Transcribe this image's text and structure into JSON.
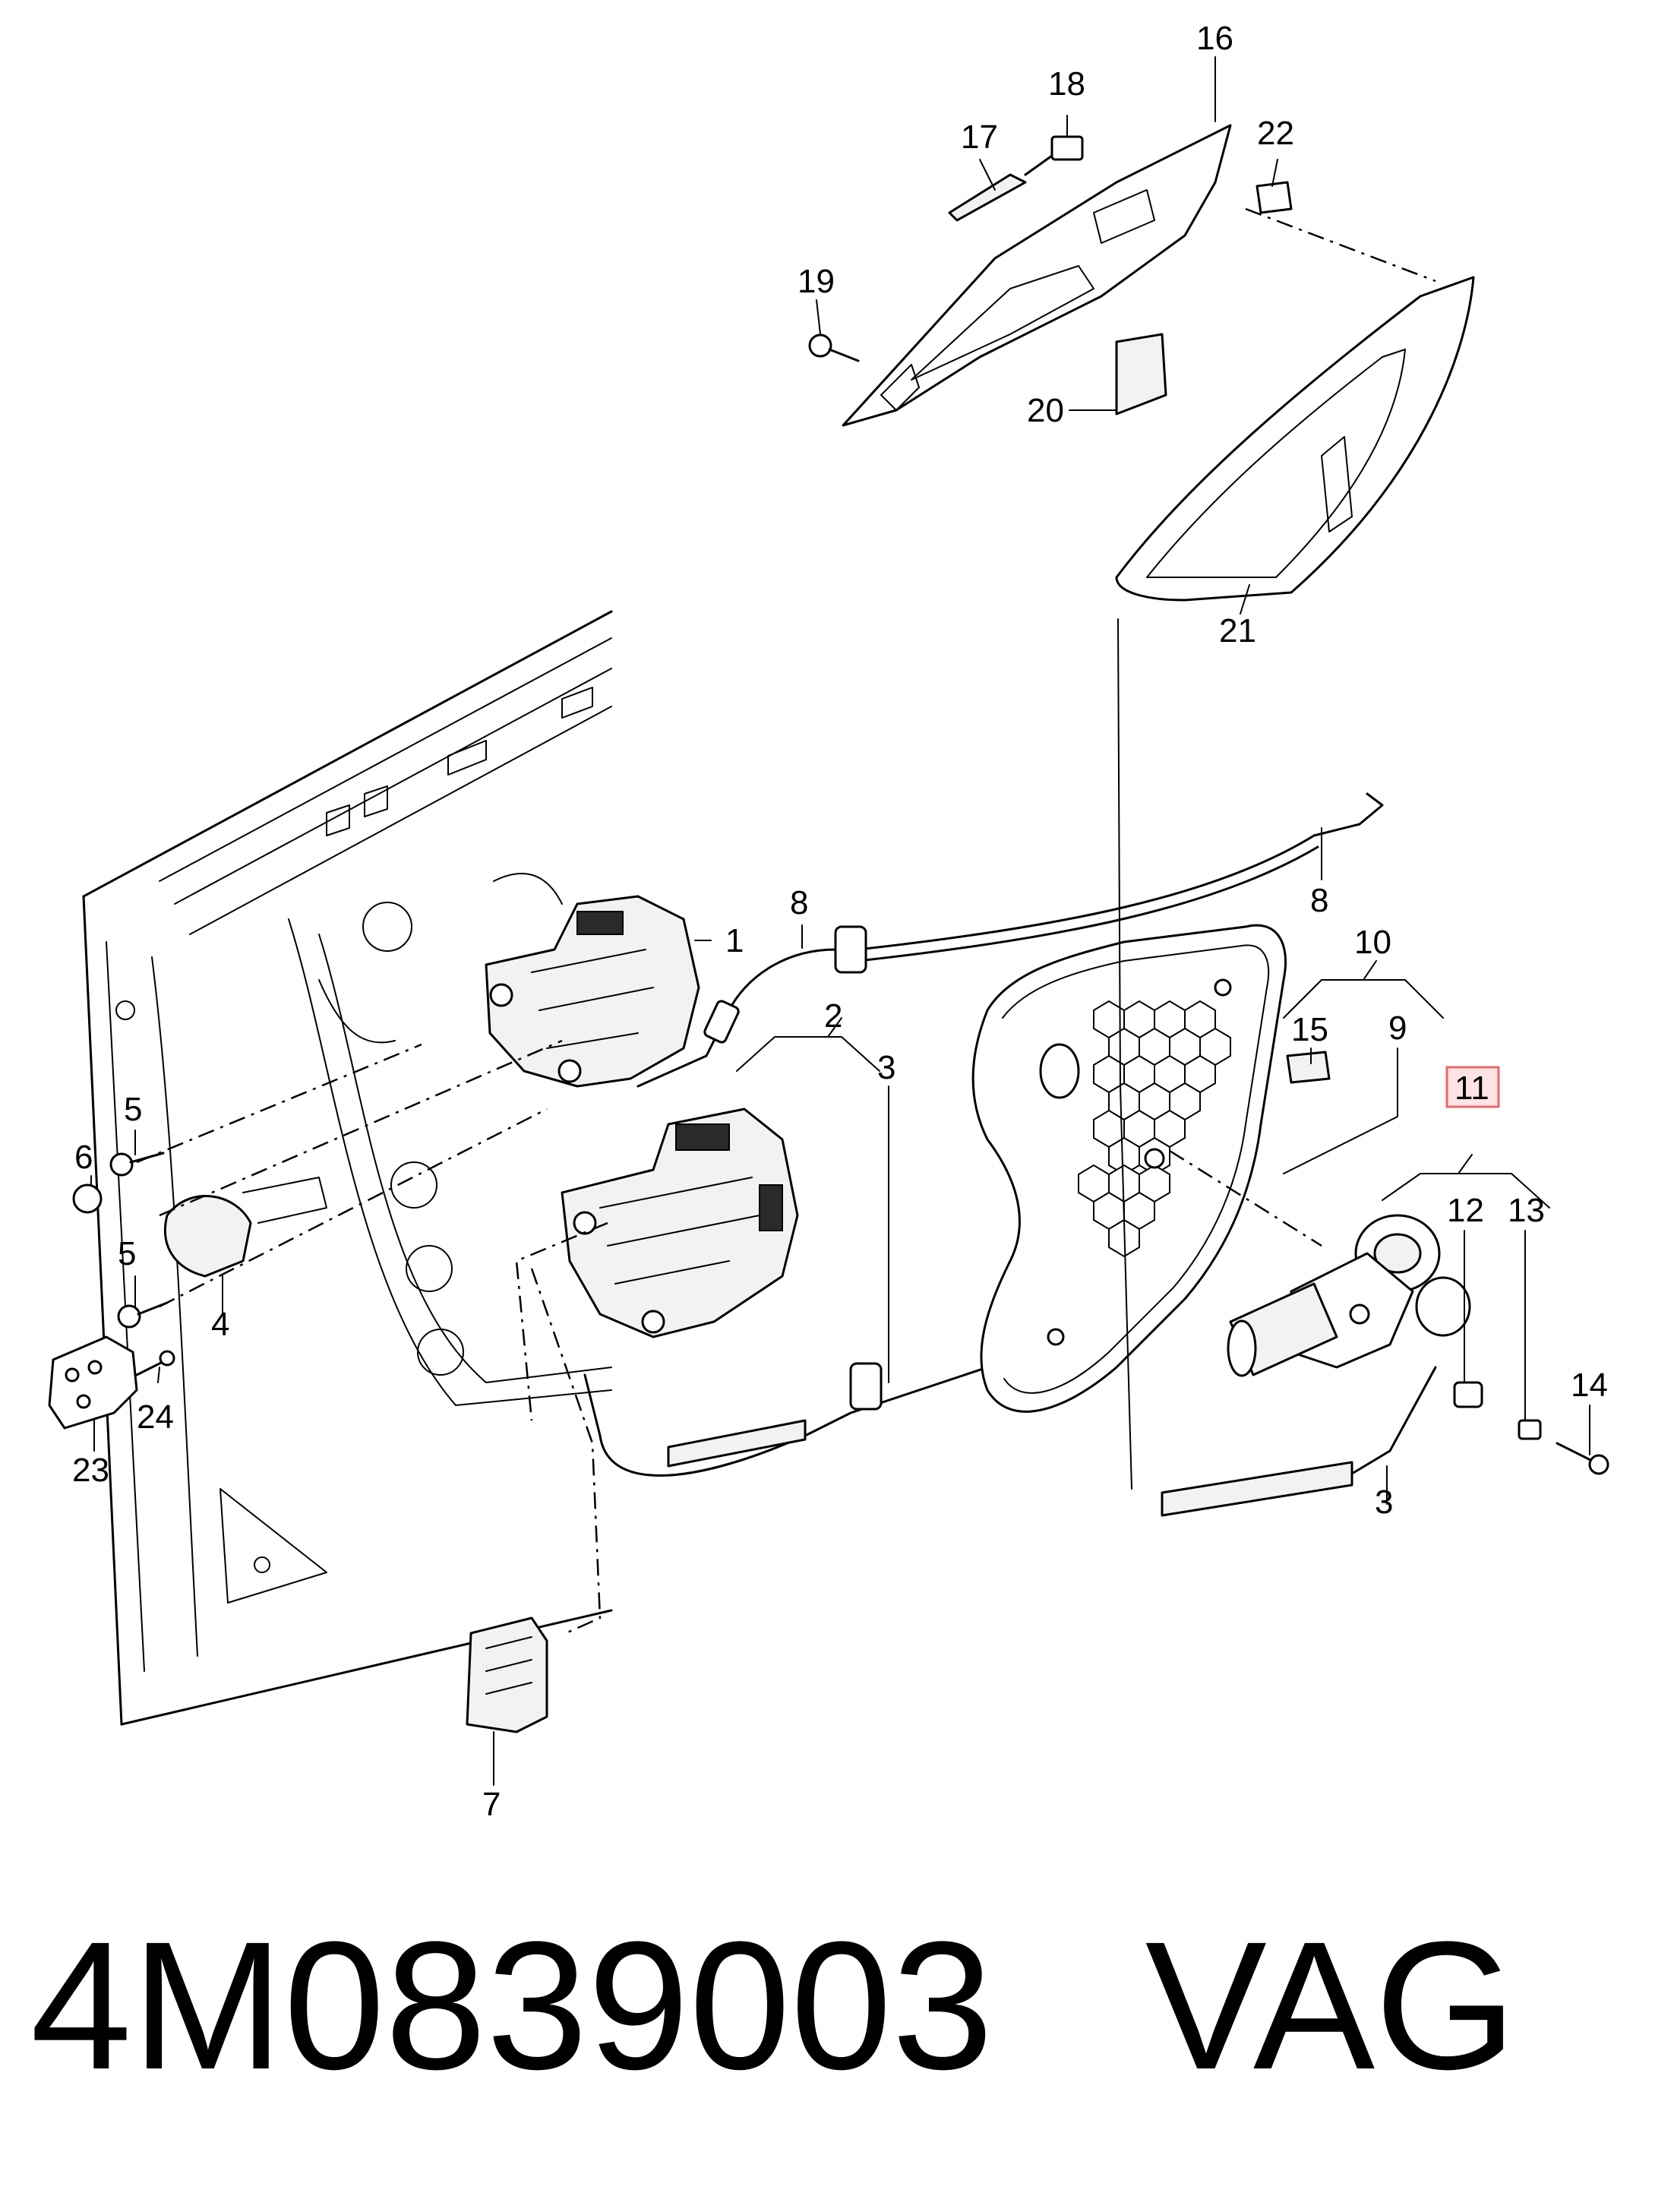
{
  "callouts": {
    "c1": "1",
    "c2": "2",
    "c3a": "3",
    "c3b": "3",
    "c4": "4",
    "c5a": "5",
    "c5b": "5",
    "c6": "6",
    "c7": "7",
    "c8a": "8",
    "c8b": "8",
    "c9": "9",
    "c10": "10",
    "c11": "11",
    "c12": "12",
    "c13": "13",
    "c14": "14",
    "c15": "15",
    "c16": "16",
    "c17": "17",
    "c18": "18",
    "c19": "19",
    "c20": "20",
    "c21": "21",
    "c22": "22",
    "c23": "23",
    "c24": "24"
  },
  "highlighted_callout": "11",
  "highlight_color": "#e8696b",
  "highlight_fill": "#fde3e3",
  "footer": {
    "part_number": "4M0839003",
    "brand": "VAG",
    "text": "4M0839003   VAG"
  }
}
